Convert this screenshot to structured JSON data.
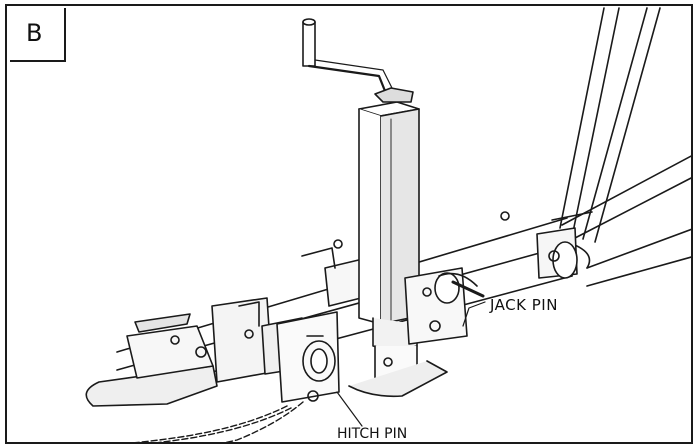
{
  "panel": {
    "letter": "B"
  },
  "callouts": {
    "jack_pin": "JACK PIN",
    "hitch_pin": "HITCH PIN"
  },
  "colors": {
    "line": "#1a1a1a",
    "background": "#ffffff",
    "shade": "#cfcfcf"
  }
}
